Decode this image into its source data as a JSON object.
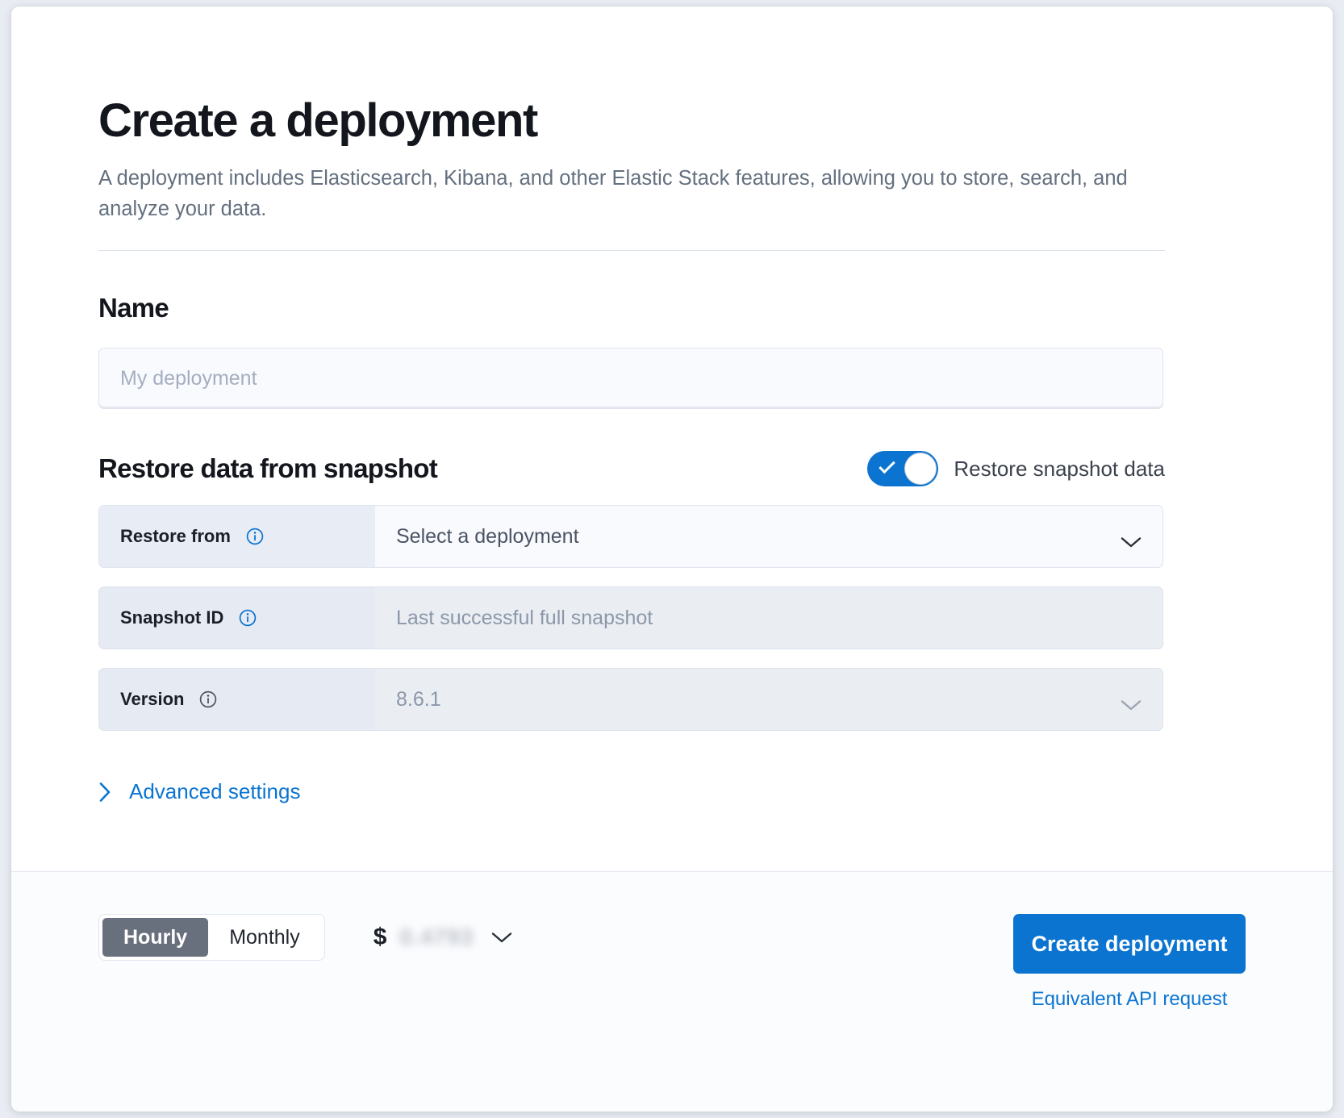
{
  "page": {
    "title": "Create a deployment",
    "description": "A deployment includes Elasticsearch, Kibana, and other Elastic Stack features, allowing you to store, search, and analyze your data."
  },
  "name_section": {
    "heading": "Name",
    "placeholder": "My deployment",
    "value": ""
  },
  "snapshot_section": {
    "heading": "Restore data from snapshot",
    "toggle_label": "Restore snapshot data",
    "toggle_on": true,
    "rows": [
      {
        "label": "Restore from",
        "value": "Select a deployment",
        "info_icon": "info-icon",
        "chevron_icon": "chevron-down-icon",
        "disabled": false
      },
      {
        "label": "Snapshot ID",
        "value": "Last successful full snapshot",
        "info_icon": "info-icon",
        "chevron_icon": "",
        "disabled": true
      },
      {
        "label": "Version",
        "value": "8.6.1",
        "info_icon": "info-icon",
        "chevron_icon": "chevron-down-icon",
        "disabled": true
      }
    ],
    "advanced_settings": "Advanced settings",
    "advanced_icon": "chevron-right-icon"
  },
  "footer": {
    "billing_options": [
      "Hourly",
      "Monthly"
    ],
    "billing_selected": "Hourly",
    "price_currency": "$",
    "price_amount": "0.4793",
    "price_chevron_icon": "chevron-down-icon",
    "create_button": "Create deployment",
    "api_link": "Equivalent API request"
  },
  "colors": {
    "accent": "#0b74d1",
    "heading": "#13161c",
    "muted_text": "#64707f",
    "segment_active_bg": "#69707d"
  }
}
